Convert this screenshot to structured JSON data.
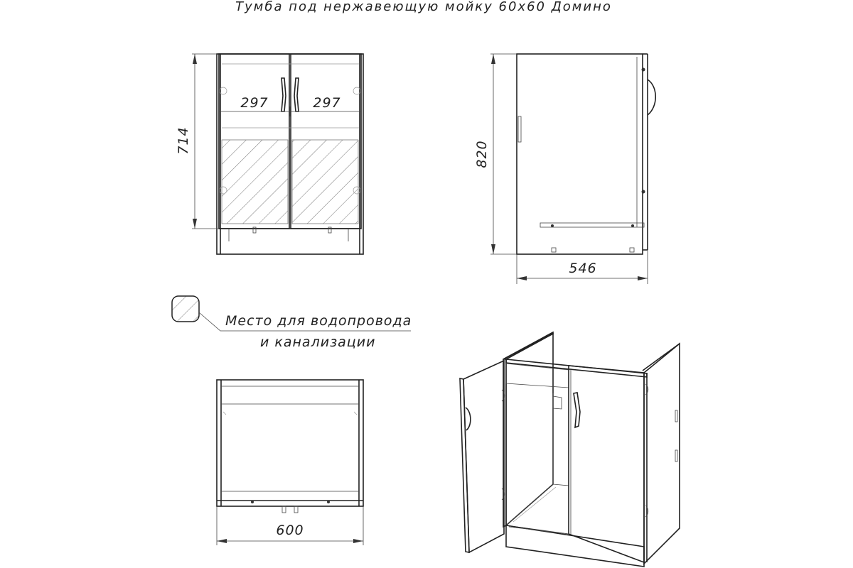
{
  "title": "Тумба под нержавеющую мойку 60х60 Домино",
  "dimensions": {
    "door_width_left": "297",
    "door_width_right": "297",
    "front_height": "714",
    "side_height": "820",
    "depth": "546",
    "width": "600"
  },
  "legend": {
    "line1": "Место для водопровода",
    "line2": "и канализации"
  },
  "colors": {
    "line": "#222222",
    "hatch": "#777777",
    "background": "#ffffff"
  }
}
